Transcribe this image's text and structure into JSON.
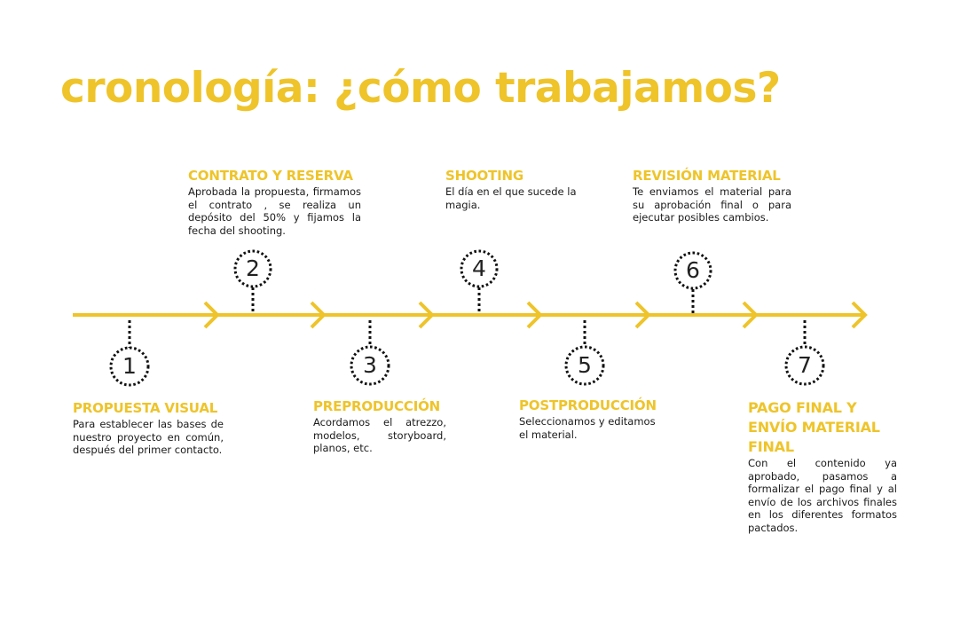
{
  "title": "cronología: ¿cómo trabajamos?",
  "colors": {
    "accent": "#EEC42A",
    "text": "#1a1a1a",
    "dots": "#111111"
  },
  "steps": [
    {
      "number": "1",
      "title": "PROPUESTA VISUAL",
      "description": "Para establecer las bases de nuestro proyecto en común, después del primer contacto.",
      "position": "below"
    },
    {
      "number": "2",
      "title": "CONTRATO Y RESERVA",
      "description": "Aprobada la propuesta, firmamos el contrato , se realiza un depósito del 50% y fijamos la fecha del shooting.",
      "position": "above"
    },
    {
      "number": "3",
      "title": "PREPRODUCCIÓN",
      "description": "Acordamos el atrezzo, modelos, storyboard, planos, etc.",
      "position": "below"
    },
    {
      "number": "4",
      "title": "SHOOTING",
      "description": "El día en el que sucede la magia.",
      "position": "above"
    },
    {
      "number": "5",
      "title": "POSTPRODUCCIÓN",
      "description": "Seleccionamos y editamos el material.",
      "position": "below"
    },
    {
      "number": "6",
      "title": "REVISIÓN MATERIAL",
      "description": "Te enviamos el material para su aprobación final o para ejecutar posibles cambios.",
      "position": "above"
    },
    {
      "number": "7",
      "title": "PAGO FINAL Y ENVÍO MATERIAL FINAL",
      "description": "Con el contenido ya aprobado, pasamos a formalizar el pago final y al envío de los archivos finales en los diferentes formatos pactados.",
      "position": "below"
    }
  ]
}
